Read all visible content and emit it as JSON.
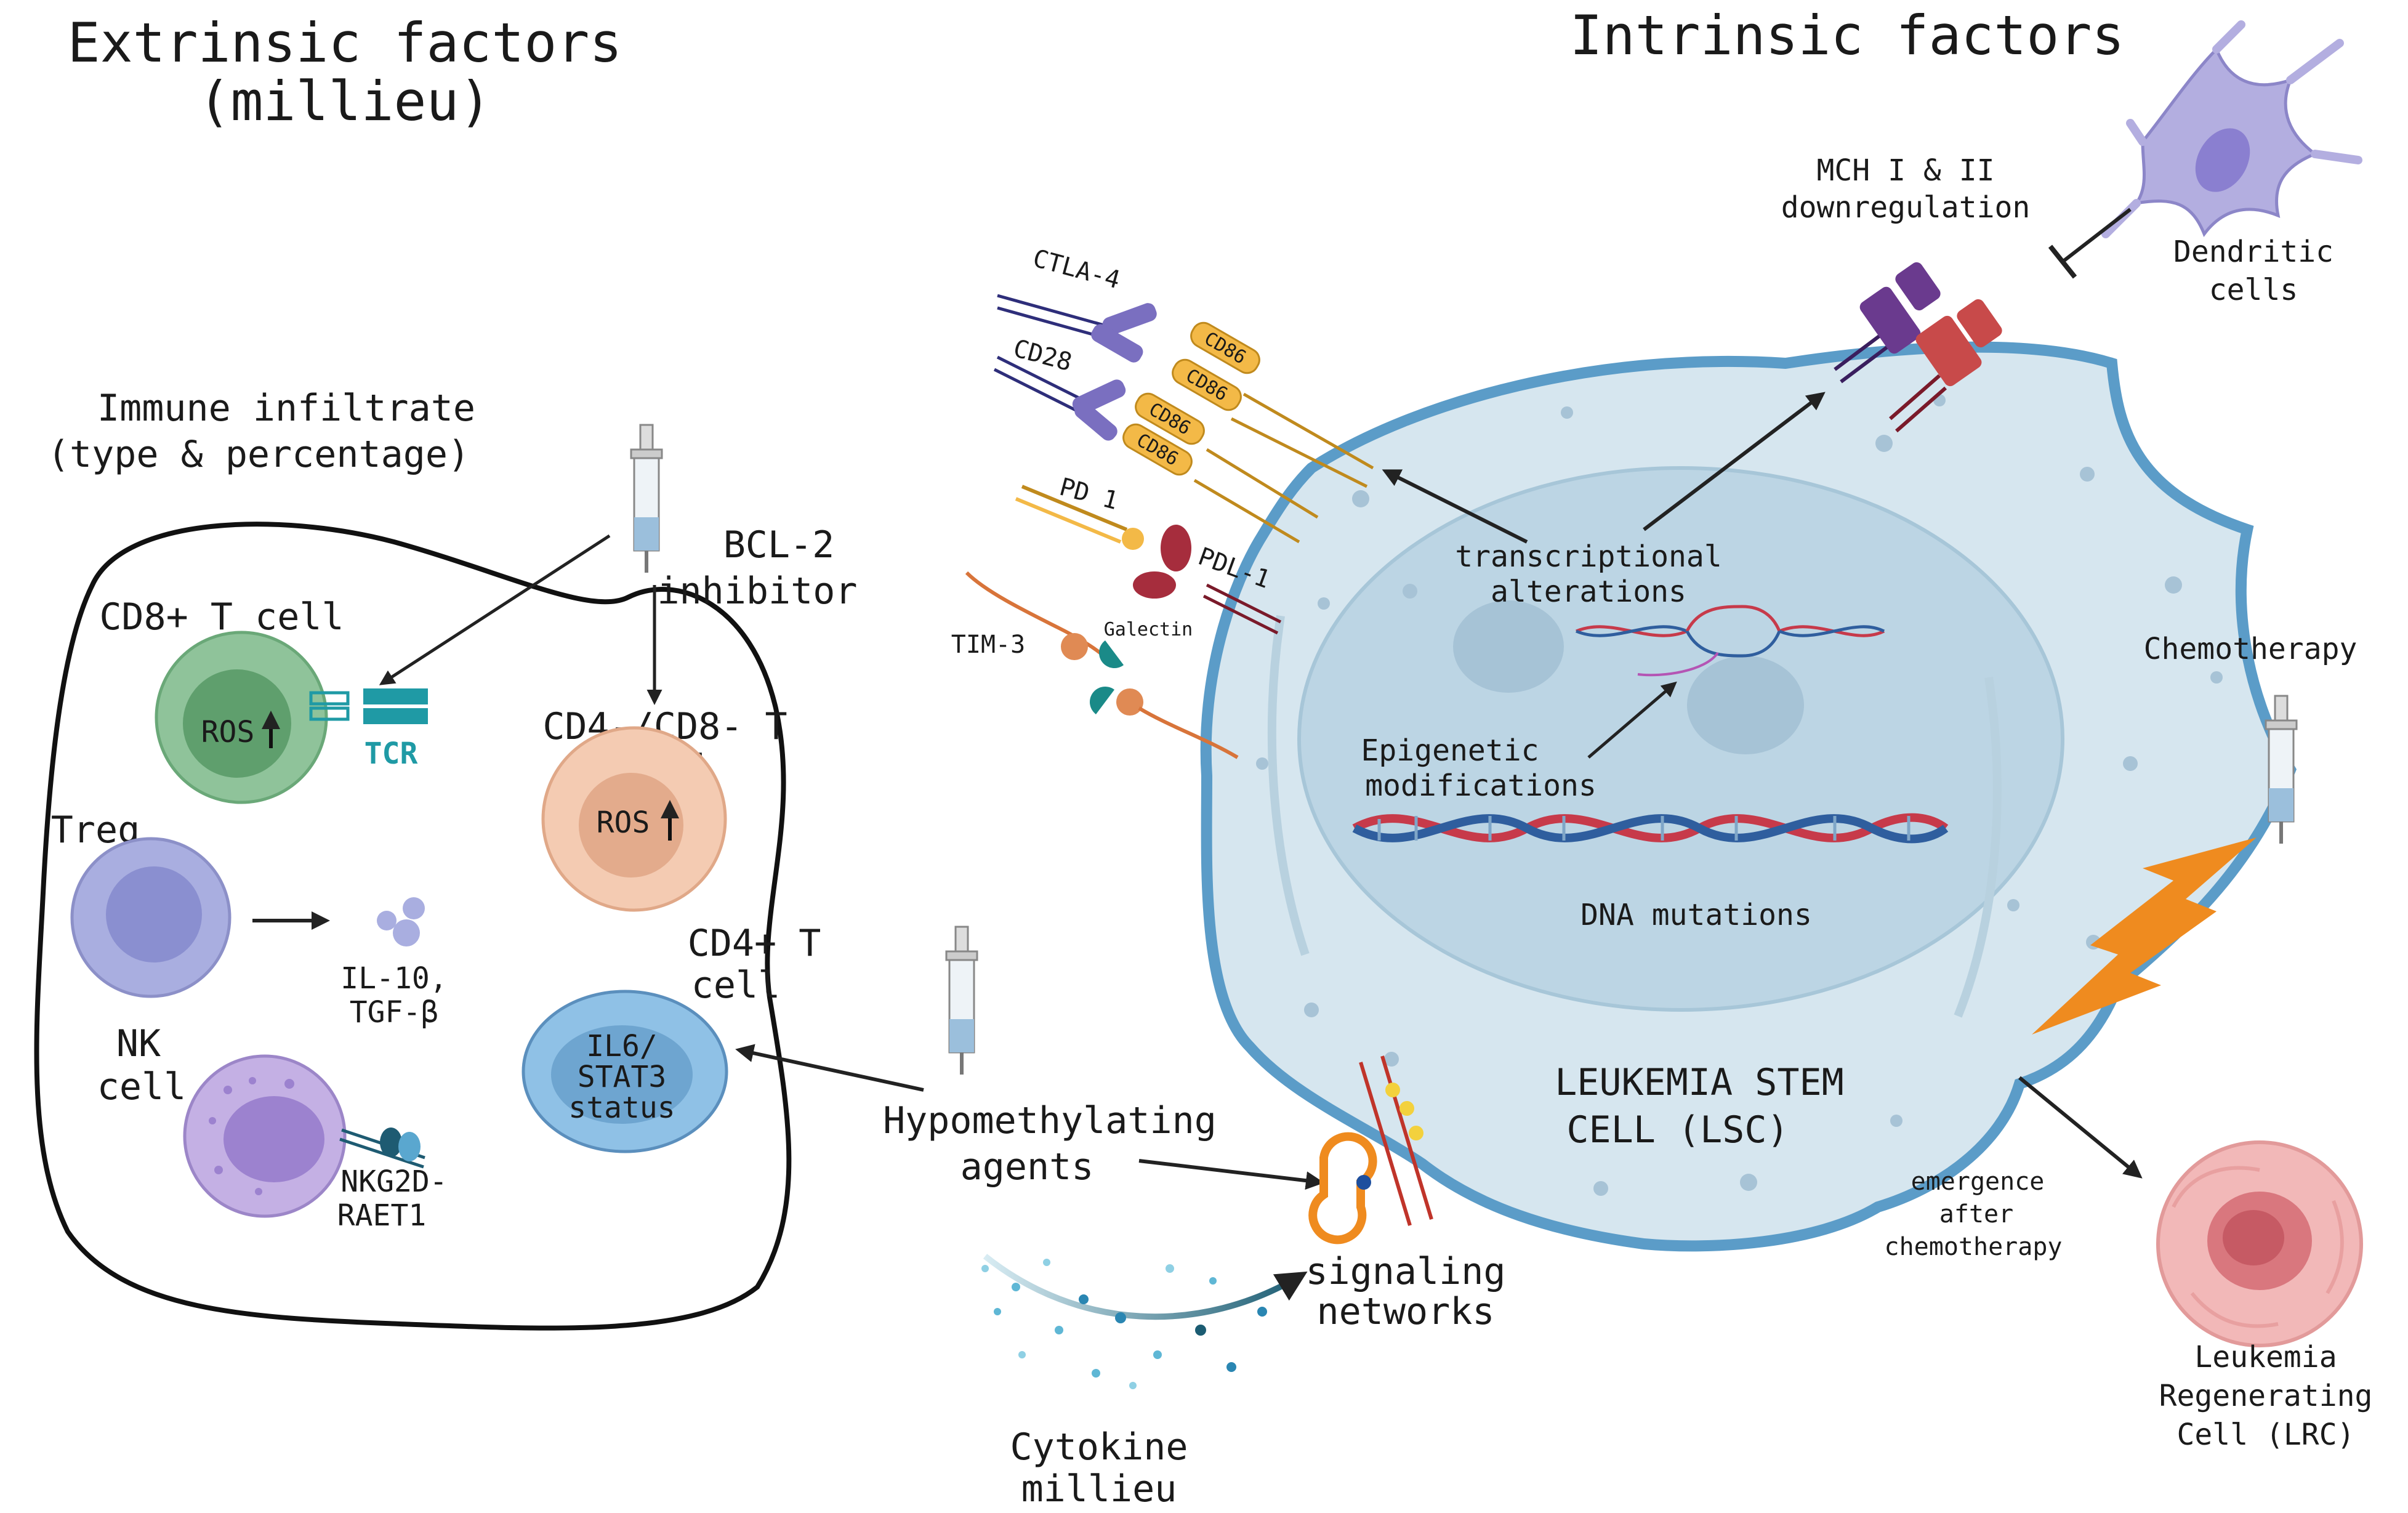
{
  "extrinsic": {
    "title_line1": "Extrinsic factors",
    "title_line2": "(millieu)",
    "immune_line1": "Immune infiltrate",
    "immune_line2": "(type & percentage)",
    "bcl2_line1": "BCL-2",
    "bcl2_line2": "inhibitor",
    "cd8_label": "CD8+ T cell",
    "cd8_ros": "ROS",
    "tcr": "TCR",
    "dn_line1": "CD4-/CD8- T",
    "dn_line2": "cell",
    "dn_ros": "ROS",
    "treg": "Treg",
    "il10_line1": "IL-10,",
    "il10_line2": "TGF-β",
    "cd4_line1": "CD4+ T",
    "cd4_line2": "cell",
    "il6_line1": "IL6/",
    "il6_line2": "STAT3",
    "il6_line3": "status",
    "nk_line1": "NK",
    "nk_line2": "cell",
    "nkg2d_line1": "NKG2D-",
    "nkg2d_line2": "RAET1",
    "hypo_line1": "Hypomethylating",
    "hypo_line2": "agents",
    "cytokine_line1": "Cytokine",
    "cytokine_line2": "millieu"
  },
  "intrinsic": {
    "title": "Intrinsic factors",
    "mhc_line1": "MCH I & II",
    "mhc_line2": "downregulation",
    "dendritic_line1": "Dendritic",
    "dendritic_line2": "cells",
    "ctla4": "CTLA-4",
    "cd28": "CD28",
    "cd86": "CD86",
    "pd1": "PD 1",
    "pdl1": "PDL-1",
    "tim3": "TIM-3",
    "galectin": "Galectin",
    "transcript_line1": "transcriptional",
    "transcript_line2": "alterations",
    "epi_line1": "Epigenetic",
    "epi_line2": "modifications",
    "dna": "DNA mutations",
    "chemo": "Chemotherapy",
    "lsc_line1": "LEUKEMIA STEM",
    "lsc_line2": "CELL (LSC)",
    "signaling_line1": "signaling",
    "signaling_line2": "networks",
    "emergence_line1": "emergence",
    "emergence_line2": "after",
    "emergence_line3": "chemotherapy",
    "lrc_line1": "Leukemia",
    "lrc_line2": "Regenerating",
    "lrc_line3": "Cell (LRC)"
  },
  "colors": {
    "lsc_fill": "#d6e6ef",
    "lsc_stroke": "#5b9cc8",
    "nucleus": "#bcd5e4",
    "cd8": "#8fc39a",
    "cd4_dn": "#f4cbb2",
    "treg": "#a9aee0",
    "nk": "#c4b0e4",
    "cd4": "#8fc1e6",
    "dendritic": "#b3aee0",
    "lrc": "#f2b8b8",
    "cd86": "#f3b947",
    "lightning": "#ef8b1f",
    "tcr": "#1f9aa5"
  }
}
